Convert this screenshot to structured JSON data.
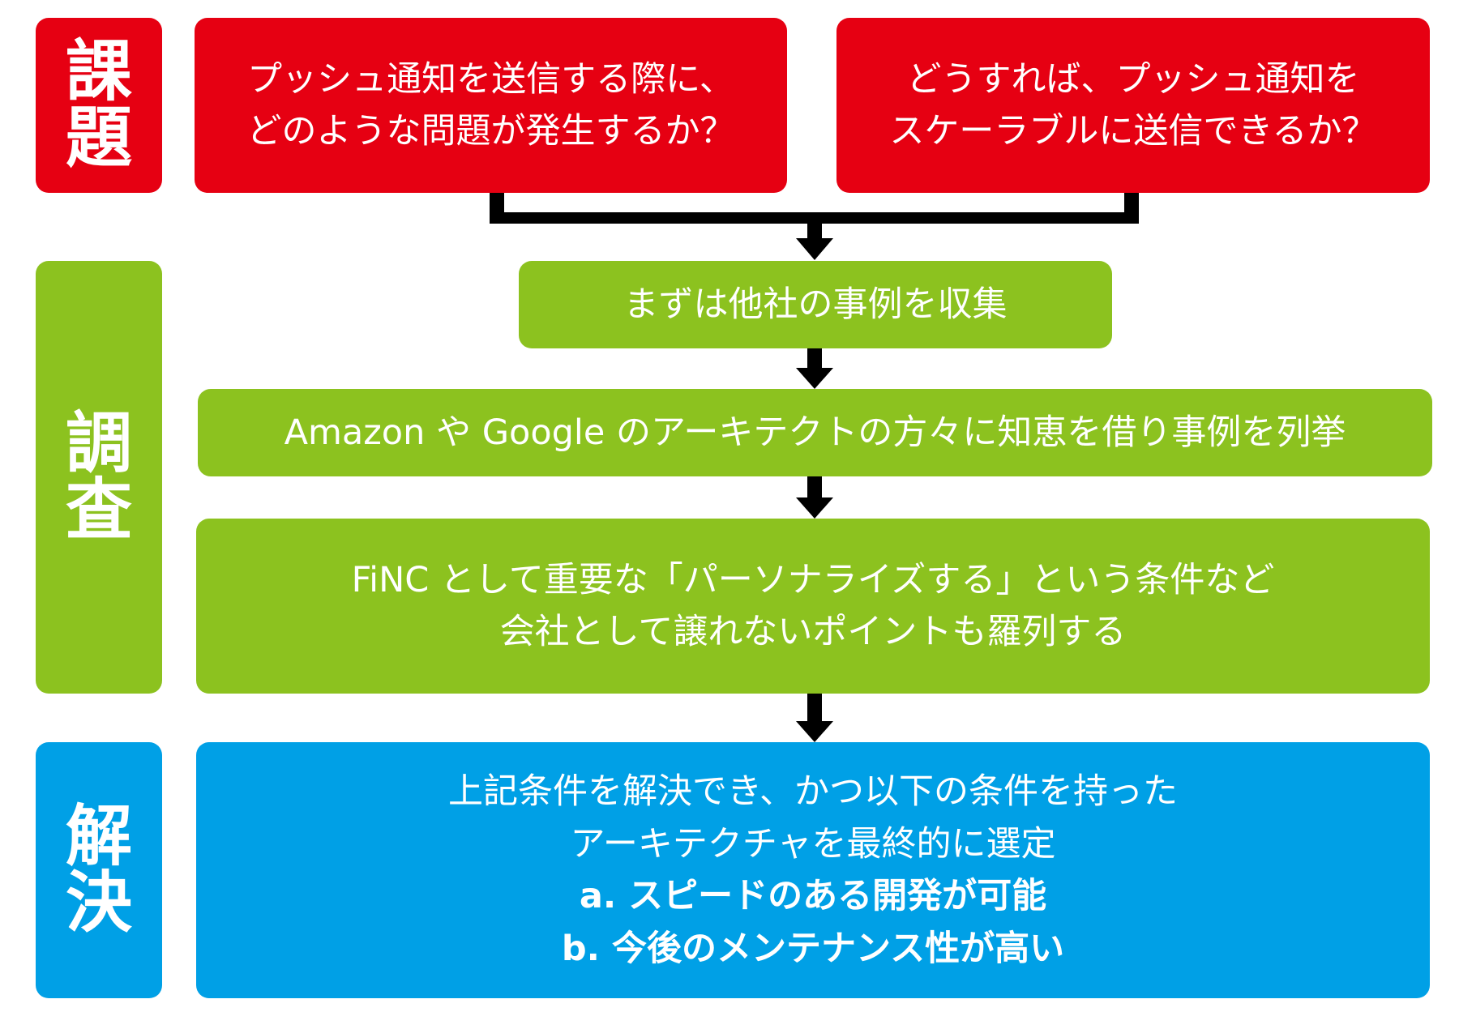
{
  "sections": {
    "issue": {
      "chars": [
        "課",
        "題"
      ]
    },
    "research": {
      "chars": [
        "調",
        "査"
      ]
    },
    "solution": {
      "chars": [
        "解",
        "決"
      ]
    }
  },
  "issue_boxes": [
    {
      "lines": [
        "プッシュ通知を送信する際に、",
        "どのような問題が発生するか？"
      ]
    },
    {
      "lines": [
        "どうすれば、プッシュ通知を",
        "スケーラブルに送信できるか？"
      ]
    }
  ],
  "research_boxes": [
    {
      "lines": [
        "まずは他社の事例を収集"
      ]
    },
    {
      "lines": [
        "Amazon や Google のアーキテクトの方々に知恵を借り事例を列挙"
      ]
    },
    {
      "lines": [
        "FiNC として重要な「パーソナライズする」という条件など",
        "会社として譲れないポイントも羅列する"
      ]
    }
  ],
  "solution_box": {
    "lines": [
      "上記条件を解決でき、かつ以下の条件を持った",
      "アーキテクチャを最終的に選定"
    ],
    "conditions": [
      "a. スピードのある開発が可能",
      "b. 今後のメンテナンス性が高い"
    ]
  },
  "colors": {
    "issue": "#e60012",
    "research": "#8cc21f",
    "solution": "#00a0e6",
    "connector": "#000000"
  }
}
